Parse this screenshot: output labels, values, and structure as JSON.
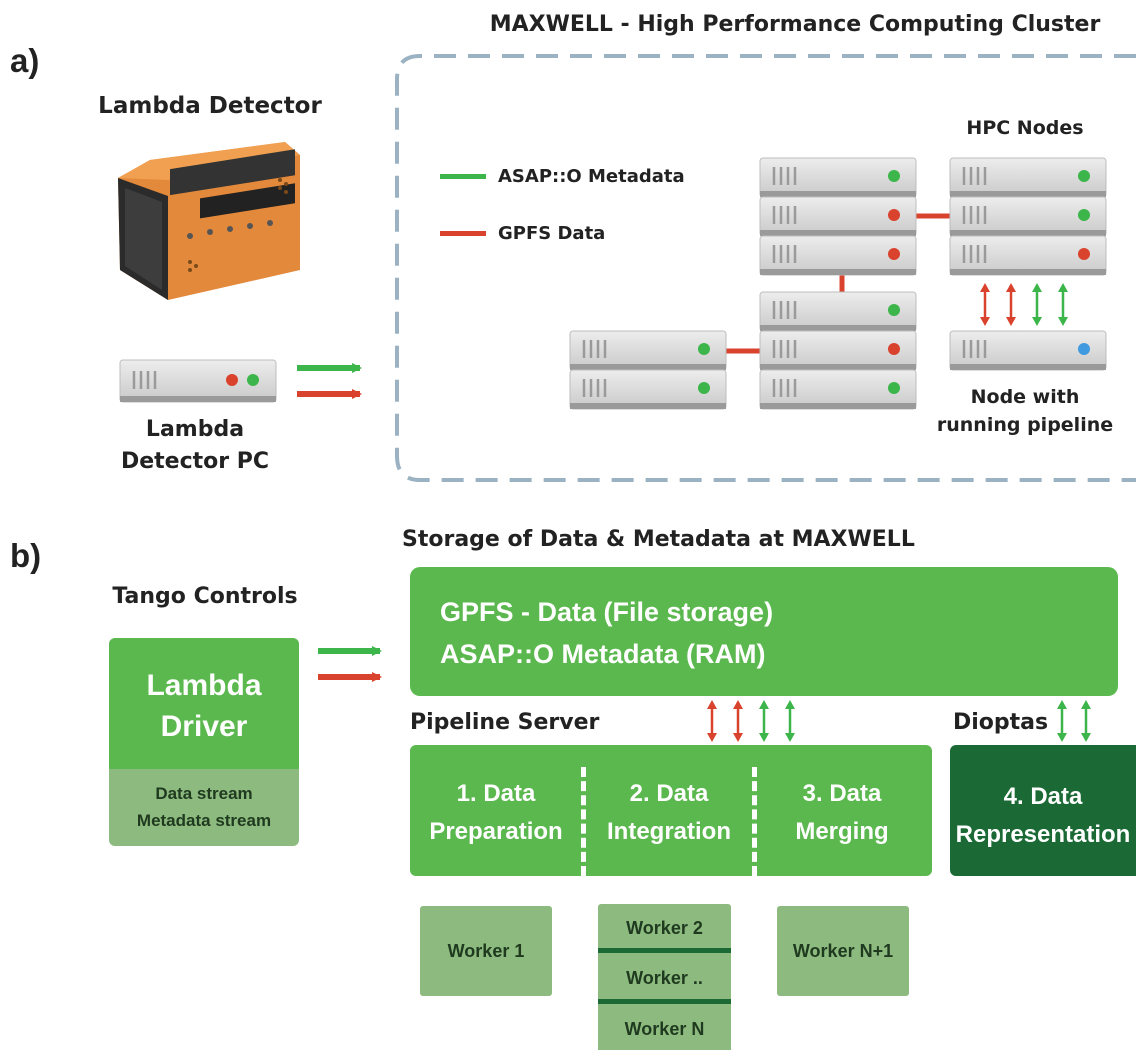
{
  "panel_a": {
    "label": "a)",
    "cluster_title": "MAXWELL - High Performance Computing Cluster",
    "detector_title": "Lambda Detector",
    "detector_pc_label": [
      "Lambda",
      "Detector PC"
    ],
    "hpc_nodes_label": "HPC Nodes",
    "node_pipeline_label": [
      "Node with",
      "running pipeline"
    ],
    "legend": [
      {
        "label": "ASAP::O Metadata",
        "color": "#3cb54a"
      },
      {
        "label": "GPFS Data",
        "color": "#d9432e"
      }
    ]
  },
  "panel_b": {
    "label": "b)",
    "storage_title": "Storage of Data & Metadata at MAXWELL",
    "storage_lines": [
      "GPFS - Data (File storage)",
      "ASAP::O Metadata (RAM)"
    ],
    "tango_title": "Tango Controls",
    "driver_label": [
      "Lambda",
      "Driver"
    ],
    "driver_streams": [
      "Data stream",
      "Metadata stream"
    ],
    "pipeline_server_label": "Pipeline Server",
    "dioptas_label": "Dioptas",
    "stages": [
      [
        "1. Data",
        "Preparation"
      ],
      [
        "2. Data",
        "Integration"
      ],
      [
        "3. Data",
        "Merging"
      ],
      [
        "4. Data",
        "Representation"
      ]
    ],
    "workers": {
      "left": "Worker 1",
      "middle": [
        "Worker 2",
        "Worker ..",
        "Worker N"
      ],
      "right": "Worker N+1"
    }
  },
  "colors": {
    "green": "#5bb84e",
    "dark_green": "#1b6a35",
    "light_green": "#8dbb7f",
    "arrow_green": "#3cb54a",
    "arrow_red": "#d9432e",
    "dash": "#9ab2c2",
    "led_blue": "#3f9ae0"
  }
}
